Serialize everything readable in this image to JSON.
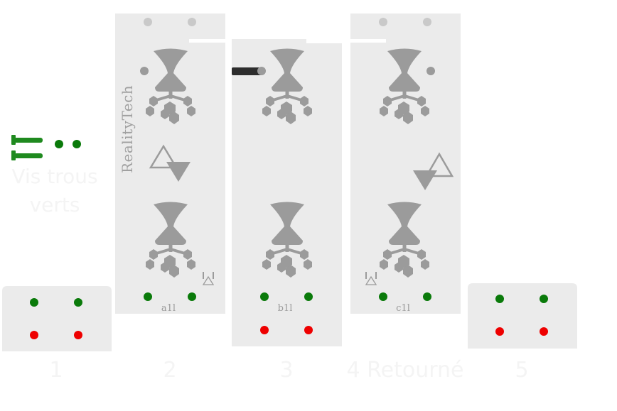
{
  "legend": {
    "line1": "Vis trous",
    "line2": "verts"
  },
  "brand": "RealityTech",
  "panels": [
    {
      "number": "1"
    },
    {
      "number": "2",
      "code": "a1l"
    },
    {
      "number": "3",
      "code": "b1l"
    },
    {
      "number": "4 Retourné",
      "code": "c1l"
    },
    {
      "number": "5"
    }
  ],
  "colors": {
    "panel": "#ebebeb",
    "figure": "#9b9b9b",
    "green_hole": "#0a7a0a",
    "red_hole": "#ee0000",
    "screw": "#1f8a1f",
    "connector": "#2d2d2d",
    "label": "#f4f4f4"
  }
}
